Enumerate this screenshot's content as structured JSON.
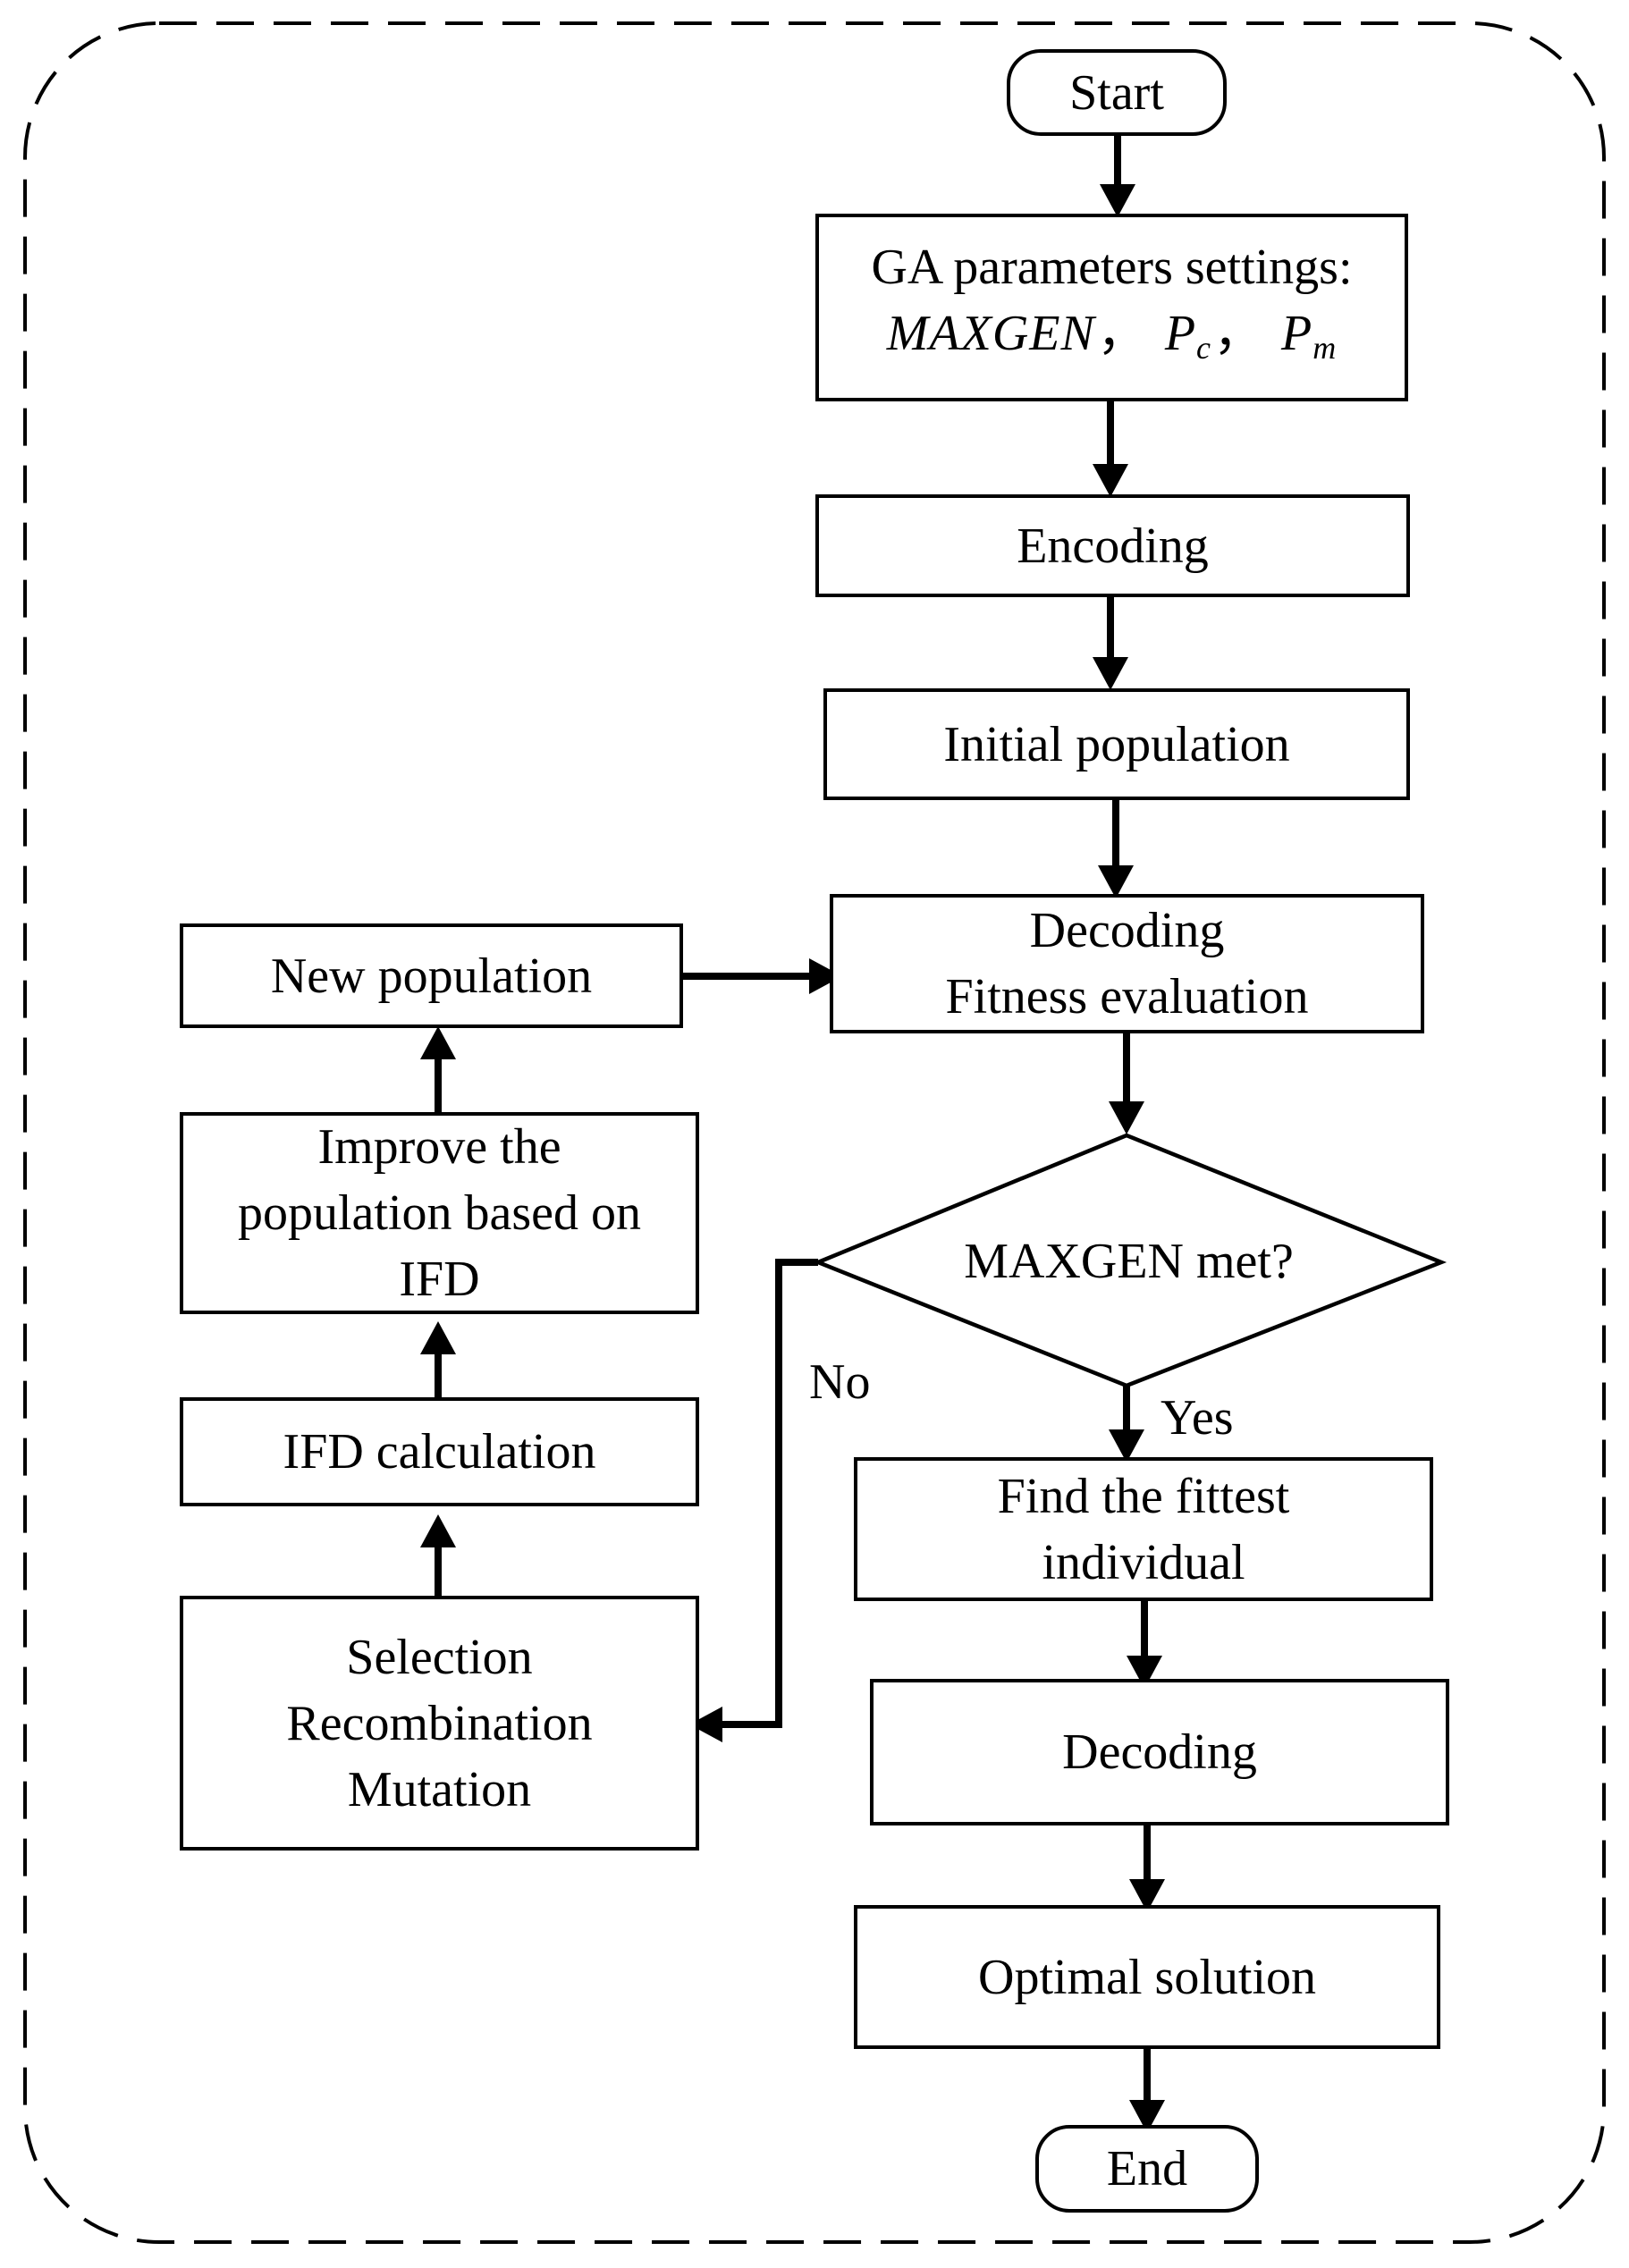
{
  "nodes": {
    "start": "Start",
    "ga_settings": {
      "line1": "GA parameters settings:",
      "maxgen": "MAXGEN",
      "sep": "，",
      "pc_base": "P",
      "pc_sub": "c",
      "pm_base": "P",
      "pm_sub": "m"
    },
    "encoding": "Encoding",
    "initial_population": "Initial population",
    "decoding_fitness": {
      "line1": "Decoding",
      "line2": "Fitness evaluation"
    },
    "decision": "MAXGEN met?",
    "find_fittest": {
      "line1": "Find the fittest",
      "line2": "individual"
    },
    "decoding": "Decoding",
    "optimal_solution": "Optimal solution",
    "end": "End",
    "new_population": "New population",
    "improve": {
      "line1": "Improve the",
      "line2": "population based on",
      "line3": "IFD"
    },
    "ifd_calculation": "IFD calculation",
    "operators": {
      "line1": "Selection",
      "line2": "Recombination",
      "line3": "Mutation"
    }
  },
  "edge_labels": {
    "yes": "Yes",
    "no": "No"
  }
}
